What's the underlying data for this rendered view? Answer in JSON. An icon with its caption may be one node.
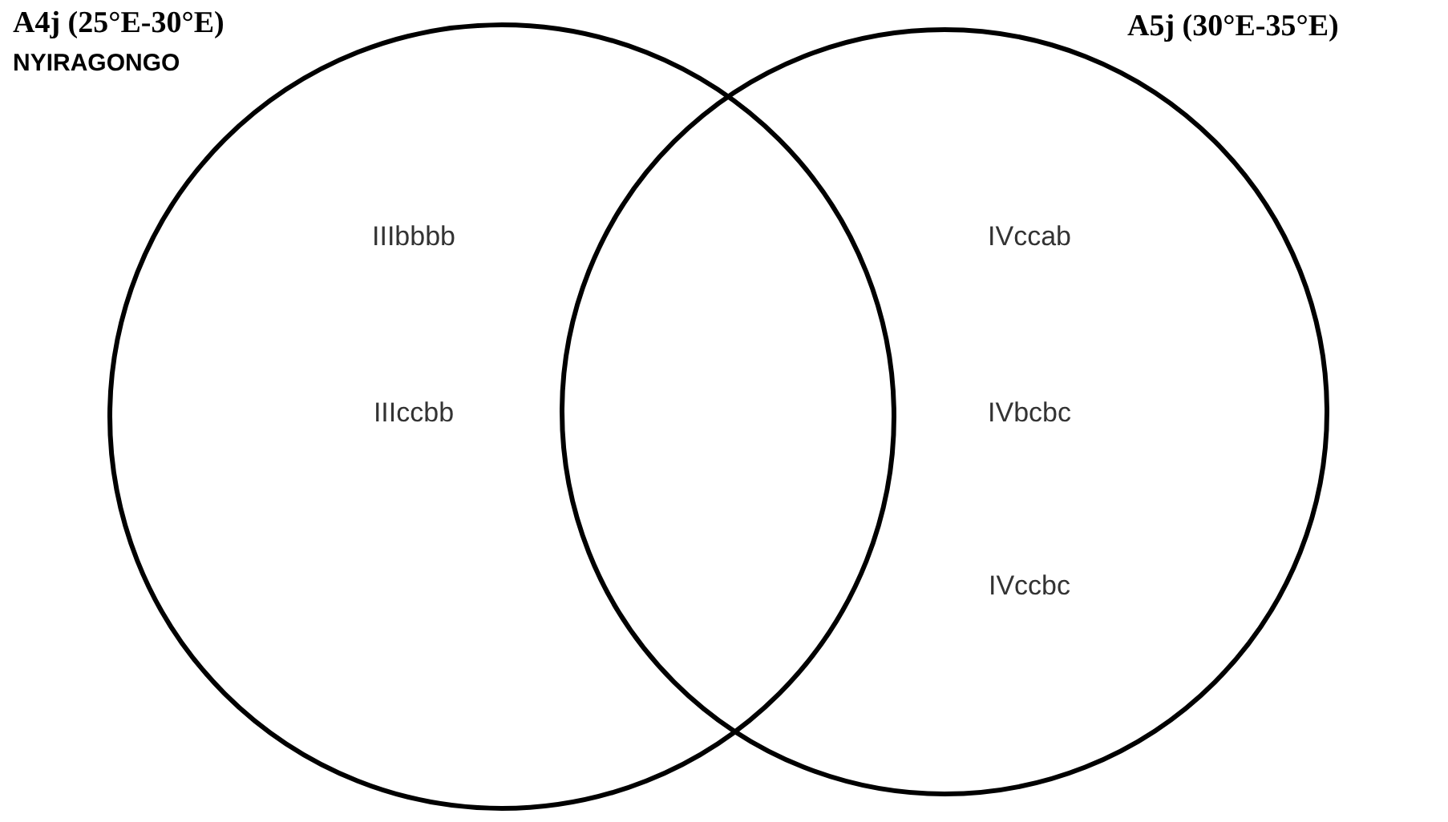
{
  "diagram": {
    "nodes": [
      {
        "text": [
          "A4j (25°E-30°E)",
          "NYIRAGONGO",
          "IIIbbbb",
          "IIIccbb"
        ]
      },
      {
        "text": [
          "A5j (30°E-35°E)",
          "IVccab",
          "IVbcbc",
          "IVccbc"
        ]
      }
    ]
  }
}
